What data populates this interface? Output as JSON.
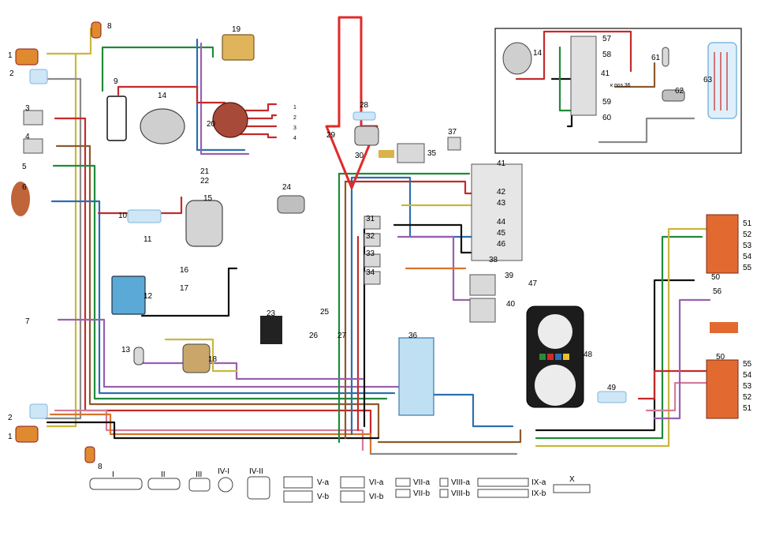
{
  "colors": {
    "red": "#c42a2a",
    "dark_red": "#8a1a1a",
    "green": "#1f8a3a",
    "blue": "#2b6fb0",
    "brown": "#8b5a2b",
    "black": "#111111",
    "yellow": "#c9b83a",
    "violet": "#9a5fb0",
    "gray": "#8a8a8a",
    "orange": "#d8742a",
    "pink": "#d67b9a",
    "light_blue": "#7fb7e0",
    "arrow": "#e02a2a",
    "bulb": "#cfe6f6",
    "lamp_orange": "#e08a30",
    "block": "#d9d9d9"
  },
  "labels": {
    "n1": "1",
    "n2": "2",
    "n3": "3",
    "n4": "4",
    "n5": "5",
    "n6": "6",
    "n7": "7",
    "n8": "8",
    "n9": "9",
    "n10": "10",
    "n11": "11",
    "n12": "12",
    "n13": "13",
    "n14": "14",
    "n15": "15",
    "n16": "16",
    "n17": "17",
    "n18": "18",
    "n19": "19",
    "n20": "20",
    "n21": "21",
    "n22": "22",
    "n23": "23",
    "n24": "24",
    "n25": "25",
    "n26": "26",
    "n27": "27",
    "n28": "28",
    "n29": "29",
    "n30": "30",
    "n31": "31",
    "n32": "32",
    "n33": "33",
    "n34": "34",
    "n35": "35",
    "n36": "36",
    "n37": "37",
    "n38": "38",
    "n39": "39",
    "n40": "40",
    "n41": "41",
    "n42": "42",
    "n43": "43",
    "n44": "44",
    "n45": "45",
    "n46": "46",
    "n47": "47",
    "n48": "48",
    "n49": "49",
    "n50": "50",
    "n51": "51",
    "n52": "52",
    "n53": "53",
    "n54": "54",
    "n55": "55",
    "n56": "56",
    "n57": "57",
    "n58": "58",
    "n59": "59",
    "n60": "60",
    "n61": "61",
    "n62": "62",
    "n63": "63",
    "inset_note": "к поз.36",
    "spark_1": "1",
    "spark_2": "2",
    "spark_3": "3",
    "spark_4": "4"
  },
  "connector_legend": [
    {
      "code": "I"
    },
    {
      "code": "II"
    },
    {
      "code": "III"
    },
    {
      "code": "IV-I"
    },
    {
      "code": "IV-II"
    },
    {
      "code": "V-a"
    },
    {
      "code": "V-b"
    },
    {
      "code": "VI-a"
    },
    {
      "code": "VI-b"
    },
    {
      "code": "VII-a"
    },
    {
      "code": "VII-b"
    },
    {
      "code": "VIII-a"
    },
    {
      "code": "VIII-b"
    },
    {
      "code": "IX-a"
    },
    {
      "code": "IX-b"
    },
    {
      "code": "X"
    }
  ]
}
